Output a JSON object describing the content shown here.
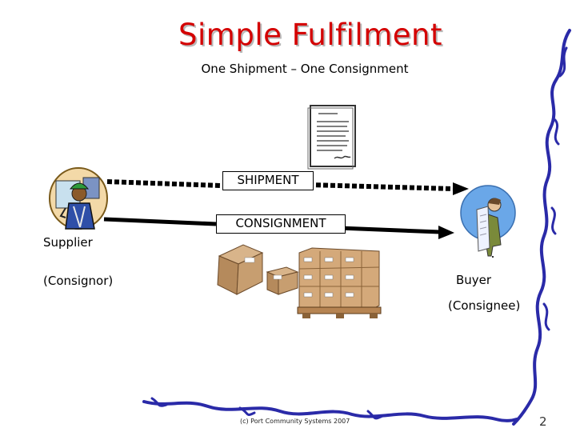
{
  "slide": {
    "title": "Simple Fulfilment",
    "subtitle": "One Shipment – One Consignment"
  },
  "diagram": {
    "shipment_label": "SHIPMENT",
    "consignment_label": "CONSIGNMENT",
    "supplier_label": "Supplier",
    "consignor_label": "(Consignor)",
    "buyer_label": "Buyer",
    "consignee_label": "(Consignee)"
  },
  "footer": {
    "copyright": "(c) Port Community Systems 2007",
    "page_number": "2"
  },
  "colors": {
    "title": "#d40000",
    "decoration": "#2a2aa8",
    "arrow": "#000000"
  },
  "icons": [
    "supplier-worker-icon",
    "buyer-reading-icon",
    "document-icon",
    "boxes-icon",
    "pallet-icon"
  ]
}
